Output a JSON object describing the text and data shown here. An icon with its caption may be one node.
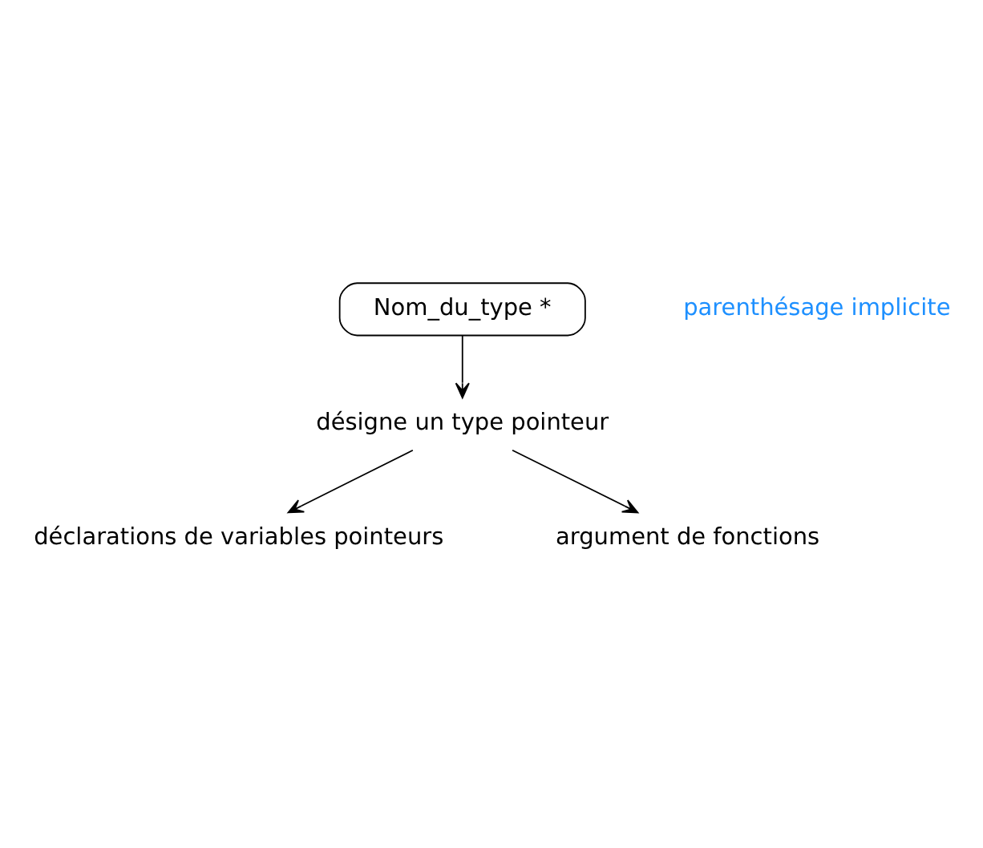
{
  "diagram": {
    "nodes": [
      {
        "text": [
          "Nom_du_type *"
        ]
      },
      {
        "text": [
          "désigne un type pointeur"
        ]
      },
      {
        "text": [
          "déclarations de variables pointeurs"
        ]
      },
      {
        "text": [
          "argument de fonctions"
        ]
      }
    ],
    "edges": [
      {
        "from": 0,
        "to": 1,
        "arrow": "to"
      },
      {
        "from": 1,
        "to": 2,
        "arrow": "to"
      },
      {
        "from": 1,
        "to": 3,
        "arrow": "to"
      }
    ],
    "labels": [
      "parenthésage implicite"
    ]
  }
}
